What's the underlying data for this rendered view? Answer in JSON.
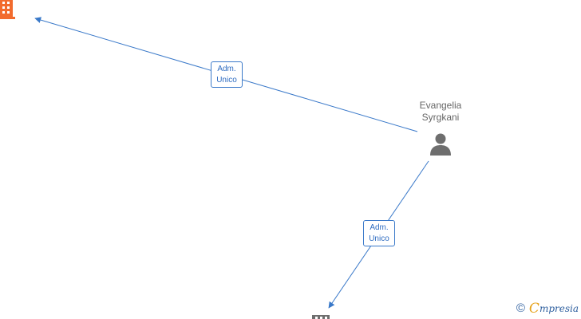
{
  "nodes": {
    "person": {
      "name_line1": "Evangelia",
      "name_line2": "Syrgkani",
      "icon": "person-icon",
      "color": "#6e6e6e"
    },
    "company_top": {
      "icon": "building-icon",
      "color": "#f26b2d"
    },
    "company_bottom": {
      "icon": "building-icon",
      "color": "#6e6e6e"
    }
  },
  "edges": [
    {
      "from": "person",
      "to": "company_top",
      "label_line1": "Adm.",
      "label_line2": "Unico"
    },
    {
      "from": "person",
      "to": "company_bottom",
      "label_line1": "Adm.",
      "label_line2": "Unico"
    }
  ],
  "colors": {
    "edge": "#3a79c9",
    "label_text": "#2e6cc1"
  },
  "brand": {
    "copyright": "©",
    "name_first": "C",
    "name_rest": "mpresia"
  }
}
